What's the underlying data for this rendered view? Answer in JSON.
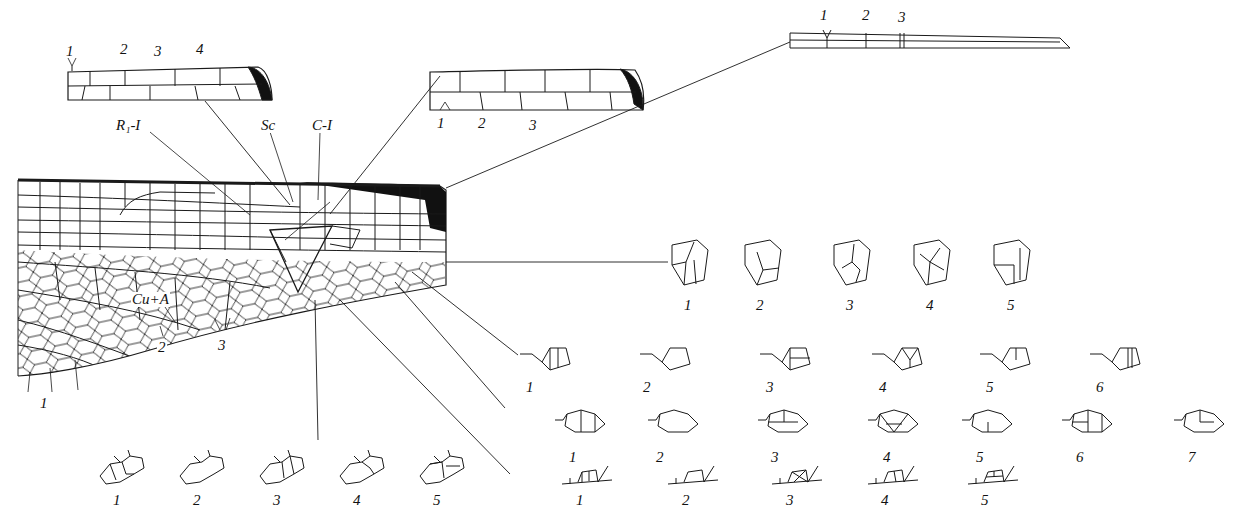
{
  "diagram": {
    "labels": [
      "1",
      "2",
      "3",
      "4",
      "1",
      "2",
      "3",
      "1",
      "2",
      "3",
      "R₁-I",
      "Sc",
      "C-I",
      "Cu+A",
      "1",
      "2",
      "3",
      "1",
      "2",
      "3",
      "4",
      "5",
      "1",
      "2",
      "3",
      "4",
      "5",
      "6",
      "1",
      "2",
      "3",
      "4",
      "5",
      "6",
      "7",
      "1",
      "2",
      "3",
      "4",
      "5",
      "1",
      "2",
      "3",
      "4",
      "5"
    ]
  }
}
